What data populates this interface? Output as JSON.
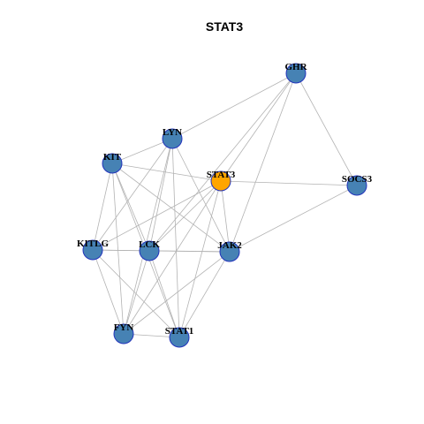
{
  "title": "STAT3",
  "colors": {
    "node_default": "#4682b4",
    "node_highlight": "#ffa500",
    "node_stroke": "#2233bb",
    "edge": "#b3b3b3"
  },
  "network": {
    "highlight": "STAT3",
    "nodes": [
      {
        "id": "GHR",
        "label": "GHR"
      },
      {
        "id": "LYN",
        "label": "LYN"
      },
      {
        "id": "KIT",
        "label": "KIT"
      },
      {
        "id": "STAT3",
        "label": "STAT3"
      },
      {
        "id": "SOCS3",
        "label": "SOCS3"
      },
      {
        "id": "KITLG",
        "label": "KITLG"
      },
      {
        "id": "LCK",
        "label": "LCK"
      },
      {
        "id": "JAK2",
        "label": "JAK2"
      },
      {
        "id": "FYN",
        "label": "FYN"
      },
      {
        "id": "STAT1",
        "label": "STAT1"
      }
    ],
    "edges": [
      [
        "GHR",
        "LYN"
      ],
      [
        "GHR",
        "STAT3"
      ],
      [
        "GHR",
        "SOCS3"
      ],
      [
        "GHR",
        "JAK2"
      ],
      [
        "GHR",
        "LCK"
      ],
      [
        "LYN",
        "KIT"
      ],
      [
        "LYN",
        "JAK2"
      ],
      [
        "LYN",
        "LCK"
      ],
      [
        "LYN",
        "FYN"
      ],
      [
        "LYN",
        "STAT1"
      ],
      [
        "LYN",
        "KITLG"
      ],
      [
        "KIT",
        "STAT3"
      ],
      [
        "KIT",
        "KITLG"
      ],
      [
        "KIT",
        "LCK"
      ],
      [
        "KIT",
        "FYN"
      ],
      [
        "KIT",
        "STAT1"
      ],
      [
        "KIT",
        "JAK2"
      ],
      [
        "STAT3",
        "SOCS3"
      ],
      [
        "STAT3",
        "JAK2"
      ],
      [
        "STAT3",
        "LCK"
      ],
      [
        "STAT3",
        "KITLG"
      ],
      [
        "STAT3",
        "FYN"
      ],
      [
        "STAT3",
        "STAT1"
      ],
      [
        "SOCS3",
        "JAK2"
      ],
      [
        "KITLG",
        "LCK"
      ],
      [
        "KITLG",
        "JAK2"
      ],
      [
        "KITLG",
        "FYN"
      ],
      [
        "KITLG",
        "STAT1"
      ],
      [
        "LCK",
        "JAK2"
      ],
      [
        "LCK",
        "FYN"
      ],
      [
        "LCK",
        "STAT1"
      ],
      [
        "JAK2",
        "FYN"
      ],
      [
        "JAK2",
        "STAT1"
      ],
      [
        "FYN",
        "STAT1"
      ]
    ]
  }
}
